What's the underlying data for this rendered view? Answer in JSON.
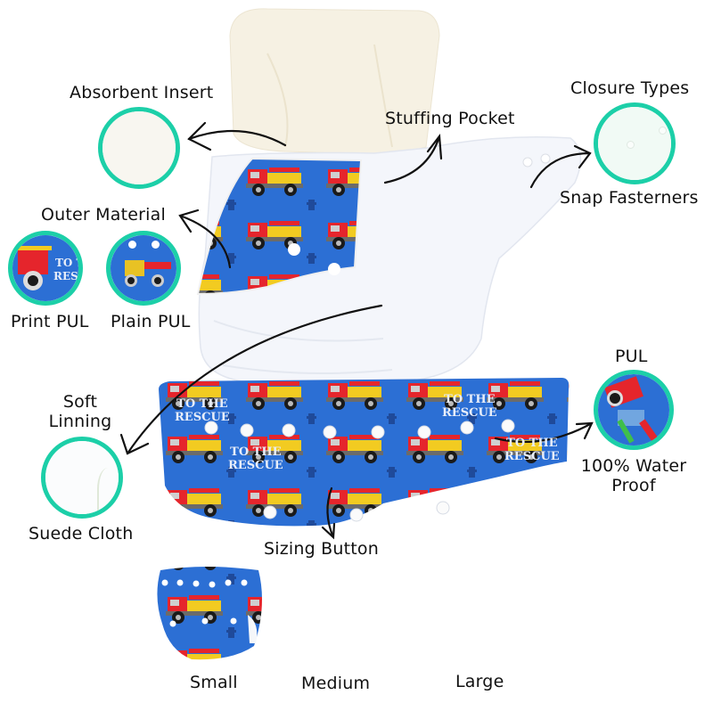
{
  "infographic": {
    "subject": "Cloth diaper with fire truck print",
    "accent_color": "#1ccfa8",
    "fabric_color": "#2c6fd4",
    "callouts": {
      "absorbent_insert": {
        "title": "Absorbent Insert"
      },
      "stuffing_pocket": {
        "title": "Stuffing Pocket"
      },
      "closure_types": {
        "title": "Closure Types",
        "caption": "Snap Fasterners"
      },
      "outer_material": {
        "title": "Outer Material",
        "options": [
          {
            "caption": "Print PUL"
          },
          {
            "caption": "Plain PUL"
          }
        ]
      },
      "pul": {
        "title": "PUL",
        "caption_line1": "100% Water",
        "caption_line2": "Proof"
      },
      "soft_lining": {
        "title_line1": "Soft",
        "title_line2": "Linning",
        "caption": "Suede Cloth"
      },
      "sizing_button": {
        "title": "Sizing Button"
      }
    },
    "fabric_print": {
      "slogan_line1": "TO THE",
      "slogan_line2": "RESCUE"
    },
    "sizes": [
      {
        "label": "Small"
      },
      {
        "label": "Medium"
      },
      {
        "label": "Large"
      }
    ]
  }
}
